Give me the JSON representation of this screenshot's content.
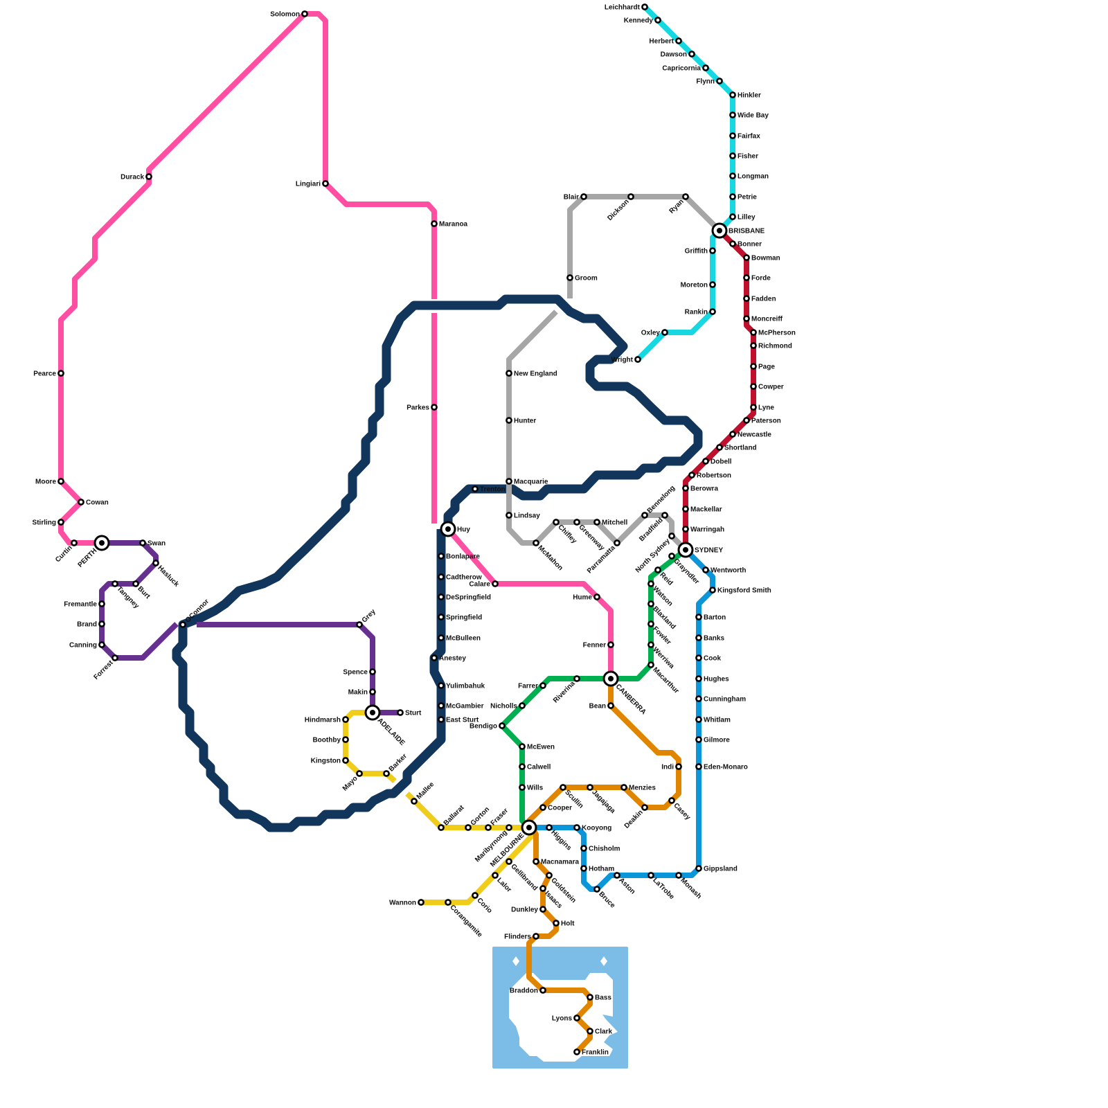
{
  "colors": {
    "pink": "#ff4fa3",
    "navy": "#12355b",
    "purple": "#66308f",
    "yellow": "#f0cd1a",
    "green": "#00b050",
    "blue": "#0a96d8",
    "orange": "#e08500",
    "red": "#c0102e",
    "cyan": "#17d8e0",
    "gray": "#a6a6a6",
    "water": "#7bbde6"
  },
  "lines": [
    {
      "id": "pink",
      "color": "#ff4fa3",
      "stations": [
        "PERTH",
        "Curtin",
        "Stirling",
        "Cowan",
        "Moore",
        "Pearce",
        "Durack",
        "Solomon",
        "Lingiari",
        "Maranoa",
        "Parkes",
        "Huy",
        "Calare",
        "Hume",
        "Fenner",
        "CANBERRA"
      ]
    },
    {
      "id": "navy",
      "color": "#12355b",
      "stations": [
        "Huy",
        "Trenton",
        "OConnor",
        "East Sturt",
        "McGambier",
        "Yulimbahuk",
        "Anestey",
        "McBulleen",
        "Springfield",
        "DeSpringfield",
        "Cadtherow",
        "Bonlapare"
      ]
    },
    {
      "id": "purple",
      "color": "#66308f",
      "stations": [
        "PERTH",
        "Swan",
        "Hasluck",
        "Burt",
        "Tangney",
        "Fremantle",
        "Brand",
        "Canning",
        "Forrest",
        "Grey",
        "Spence",
        "Makin",
        "ADELAIDE",
        "Sturt"
      ]
    },
    {
      "id": "yellow",
      "color": "#f0cd1a",
      "stations": [
        "ADELAIDE",
        "Hindmarsh",
        "Boothby",
        "Kingston",
        "Mayo",
        "Barker",
        "Mallee",
        "Ballarat",
        "Gorton",
        "Fraser",
        "Maribyrnong",
        "MELBOURNE",
        "Gellibrand",
        "Lalor",
        "Corio",
        "Corangamite",
        "Wannon"
      ]
    },
    {
      "id": "green",
      "color": "#00b050",
      "stations": [
        "MELBOURNE",
        "Wills",
        "Calwell",
        "McEwen",
        "Bendigo",
        "Nicholls",
        "Farrer",
        "Riverina",
        "CANBERRA",
        "Macarthur",
        "Werriwa",
        "Fowler",
        "Blaxland",
        "Watson",
        "Reid",
        "Grayndler",
        "SYDNEY"
      ]
    },
    {
      "id": "blue",
      "color": "#0a96d8",
      "stations": [
        "MELBOURNE",
        "Higgins",
        "Kooyong",
        "Chisholm",
        "Hotham",
        "Bruce",
        "Aston",
        "LaTrobe",
        "Monash",
        "Gippsland",
        "Eden-Monaro",
        "Gilmore",
        "Whitlam",
        "Cunningham",
        "Hughes",
        "Cook",
        "Banks",
        "Barton",
        "Kingsford Smith",
        "Wentworth",
        "SYDNEY"
      ]
    },
    {
      "id": "orange",
      "color": "#e08500",
      "stations": [
        "CANBERRA",
        "Bean",
        "Indi",
        "Casey",
        "Deakin",
        "Menzies",
        "Jagajaga",
        "Scullin",
        "Cooper",
        "MELBOURNE",
        "Macnamara",
        "Goldstein",
        "Isaacs",
        "Dunkley",
        "Holt",
        "Flinders",
        "Braddon",
        "Bass",
        "Lyons",
        "Clark",
        "Franklin"
      ]
    },
    {
      "id": "red",
      "color": "#c0102e",
      "stations": [
        "BRISBANE",
        "Bonner",
        "Bowman",
        "Forde",
        "Fadden",
        "Moncreiff",
        "McPherson",
        "Richmond",
        "Page",
        "Cowper",
        "Lyne",
        "Paterson",
        "Newcastle",
        "Shortland",
        "Dobell",
        "Robertson",
        "Berowra",
        "Mackellar",
        "Warringah",
        "SYDNEY"
      ]
    },
    {
      "id": "cyan",
      "color": "#17d8e0",
      "stations": [
        "Leichhardt",
        "Kennedy",
        "Herbert",
        "Dawson",
        "Capricornia",
        "Flynn",
        "Hinkler",
        "Wide Bay",
        "Fairfax",
        "Fisher",
        "Longman",
        "Petrie",
        "Lilley",
        "BRISBANE",
        "Griffith",
        "Moreton",
        "Rankin",
        "Oxley",
        "Wright"
      ]
    },
    {
      "id": "gray",
      "color": "#a6a6a6",
      "stations": [
        "New England",
        "Hunter",
        "Macquarie",
        "Lindsay",
        "McMahon",
        "Chifley",
        "Greenway",
        "Mitchell",
        "Parramatta",
        "Bennelong",
        "Bradfield",
        "North Sydney",
        "SYDNEY",
        "Groom",
        "Blair",
        "Dickson",
        "Ryan",
        "BRISBANE"
      ]
    }
  ],
  "interchanges": [
    "PERTH",
    "ADELAIDE",
    "MELBOURNE",
    "CANBERRA",
    "SYDNEY",
    "BRISBANE",
    "Huy"
  ],
  "stations": [
    "Solomon",
    "Durack",
    "Lingiari",
    "Maranoa",
    "Parkes",
    "Pearce",
    "Moore",
    "Cowan",
    "Stirling",
    "Curtin",
    "PERTH",
    "Swan",
    "Hasluck",
    "Burt",
    "Tangney",
    "Fremantle",
    "Brand",
    "Canning",
    "Forrest",
    "OConnor",
    "Grey",
    "Spence",
    "Makin",
    "ADELAIDE",
    "Sturt",
    "Hindmarsh",
    "Boothby",
    "Kingston",
    "Mayo",
    "Barker",
    "Mallee",
    "Ballarat",
    "Gorton",
    "Fraser",
    "Maribyrnong",
    "MELBOURNE",
    "Gellibrand",
    "Lalor",
    "Corio",
    "Corangamite",
    "Wannon",
    "Huy",
    "Trenton",
    "Bonlapare",
    "Cadtherow",
    "DeSpringfield",
    "Springfield",
    "McBulleen",
    "Anestey",
    "Yulimbahuk",
    "McGambier",
    "East Sturt",
    "Calare",
    "Hume",
    "Fenner",
    "CANBERRA",
    "Bean",
    "Indi",
    "Casey",
    "Deakin",
    "Menzies",
    "Jagajaga",
    "Scullin",
    "Cooper",
    "Macnamara",
    "Goldstein",
    "Isaacs",
    "Dunkley",
    "Holt",
    "Flinders",
    "Braddon",
    "Bass",
    "Lyons",
    "Clark",
    "Franklin",
    "Wills",
    "Calwell",
    "McEwen",
    "Bendigo",
    "Nicholls",
    "Farrer",
    "Riverina",
    "Macarthur",
    "Werriwa",
    "Fowler",
    "Blaxland",
    "Watson",
    "Reid",
    "Grayndler",
    "SYDNEY",
    "Higgins",
    "Kooyong",
    "Chisholm",
    "Hotham",
    "Bruce",
    "Aston",
    "LaTrobe",
    "Monash",
    "Gippsland",
    "Eden-Monaro",
    "Gilmore",
    "Whitlam",
    "Cunningham",
    "Hughes",
    "Cook",
    "Banks",
    "Barton",
    "Kingsford Smith",
    "Wentworth",
    "BRISBANE",
    "Bonner",
    "Bowman",
    "Forde",
    "Fadden",
    "Moncreiff",
    "McPherson",
    "Richmond",
    "Page",
    "Cowper",
    "Lyne",
    "Paterson",
    "Newcastle",
    "Shortland",
    "Dobell",
    "Robertson",
    "Berowra",
    "Mackellar",
    "Warringah",
    "Leichhardt",
    "Kennedy",
    "Herbert",
    "Dawson",
    "Capricornia",
    "Flynn",
    "Hinkler",
    "Wide Bay",
    "Fairfax",
    "Fisher",
    "Longman",
    "Petrie",
    "Lilley",
    "Griffith",
    "Moreton",
    "Rankin",
    "Oxley",
    "Wright",
    "New England",
    "Hunter",
    "Macquarie",
    "Lindsay",
    "McMahon",
    "Chifley",
    "Greenway",
    "Mitchell",
    "Parramatta",
    "Bennelong",
    "Bradfield",
    "North Sydney",
    "Groom",
    "Blair",
    "Dickson",
    "Ryan"
  ]
}
